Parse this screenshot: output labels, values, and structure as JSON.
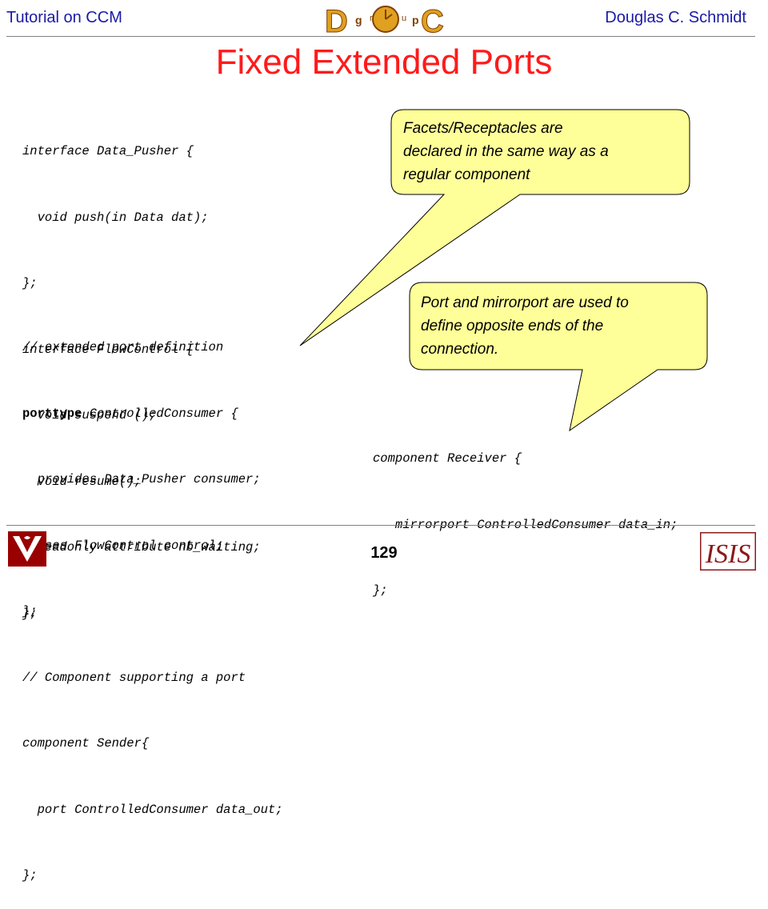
{
  "header": {
    "left": "Tutorial on CCM",
    "right": "Douglas C. Schmidt",
    "logo_letters": [
      "D",
      "g",
      "r",
      "o",
      "u",
      "p",
      "C"
    ]
  },
  "title": "Fixed Extended Ports",
  "code_left": [
    "interface Data_Pusher {",
    "  void push(in Data dat);",
    "};",
    "interface FlowControl {",
    "  void suspend ();",
    "  void resume();",
    "  readonly attribute nb_waiting;",
    "};"
  ],
  "code_left2_line1": "// extended port definition",
  "code_left2_kw": "porttype",
  "code_left2_kwrest": " ControlledConsumer {",
  "code_left2_rest": [
    "  provides Data_Pusher consumer;",
    "  uses FlowControl control;",
    "};",
    "// Component supporting a port",
    "component Sender{",
    "  port ControlledConsumer data_out;",
    "};"
  ],
  "code_right": [
    "component Receiver {",
    "   mirrorport ControlledConsumer data_in;",
    "};"
  ],
  "callout1": [
    "Facets/Receptacles are",
    "declared in the same way as a",
    "regular component"
  ],
  "callout2": [
    "Port and mirrorport are used to",
    "define opposite ends of the",
    "connection."
  ],
  "footer": {
    "page_number": "129",
    "right_logo_text": "ISIS"
  },
  "colors": {
    "header_text": "#1a1aa6",
    "title": "#ff1a1a",
    "callout_fill": "#ffff99"
  }
}
